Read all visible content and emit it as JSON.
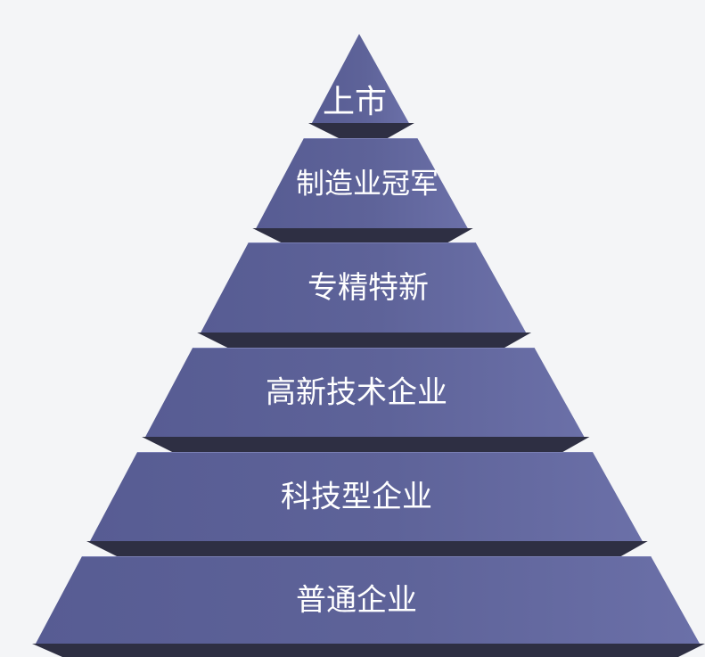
{
  "pyramid": {
    "colors": {
      "face": "#5b6196",
      "face_right": "#6a6fa6",
      "edge": "#2e2f43",
      "text": "#ffffff",
      "background": "#f4f5f7"
    },
    "tiers": [
      {
        "label": "上市"
      },
      {
        "label": "制造业冠军"
      },
      {
        "label": "专精特新"
      },
      {
        "label": "高新技术企业"
      },
      {
        "label": "科技型企业"
      },
      {
        "label": "普通企业"
      }
    ]
  }
}
